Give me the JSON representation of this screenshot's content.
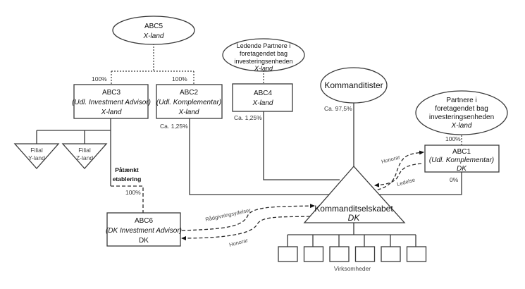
{
  "entities": {
    "abc5": {
      "name": "ABC5",
      "country": "X-land"
    },
    "abc3": {
      "name": "ABC3",
      "role": "(Udl. Investment Advisor)",
      "country": "X-land"
    },
    "abc2": {
      "name": "ABC2",
      "role": "(Udl. Komplementar)",
      "country": "X-land"
    },
    "leading_partners": {
      "line1": "Ledende Partnere i",
      "line2": "foretagendet bag",
      "line3": "investeringsenheden",
      "country": "X-land"
    },
    "abc4": {
      "name": "ABC4",
      "country": "X-land"
    },
    "kommanditister": {
      "name": "Kommanditister"
    },
    "partners": {
      "line1": "Partnere i",
      "line2": "foretagendet bag",
      "line3": "investeringsenheden",
      "country": "X-land"
    },
    "abc1": {
      "name": "ABC1",
      "role": "(Udl. Komplementar)",
      "country": "DK"
    },
    "filial_y": {
      "line1": "Filial",
      "line2": "Y-land"
    },
    "filial_z": {
      "line1": "Filial",
      "line2": "Z-land"
    },
    "planned": {
      "line1": "Påtænkt",
      "line2": "etablering"
    },
    "abc6": {
      "name": "ABC6",
      "role": "(DK Investment Advisor)",
      "country": "DK"
    },
    "ks": {
      "name": "Kommanditselskabet",
      "country": "DK"
    },
    "businesses": {
      "label": "Virksomheder",
      "count": 6
    }
  },
  "ownership": {
    "abc5_abc3": "100%",
    "abc5_abc2": "100%",
    "abc2_ks": "Ca. 1,25%",
    "abc4_ks": "Ca. 1,25%",
    "kommanditister_ks": "Ca. 97,5%",
    "partners_abc1": "100%",
    "abc1_ks": "0%",
    "abc3_abc6": "100%"
  },
  "flows": {
    "ks_to_abc1": "Honorar",
    "abc1_to_ks": "Ledelse",
    "abc6_to_ks": "Rådgivningsydelser",
    "ks_to_abc6": "Honorar"
  }
}
